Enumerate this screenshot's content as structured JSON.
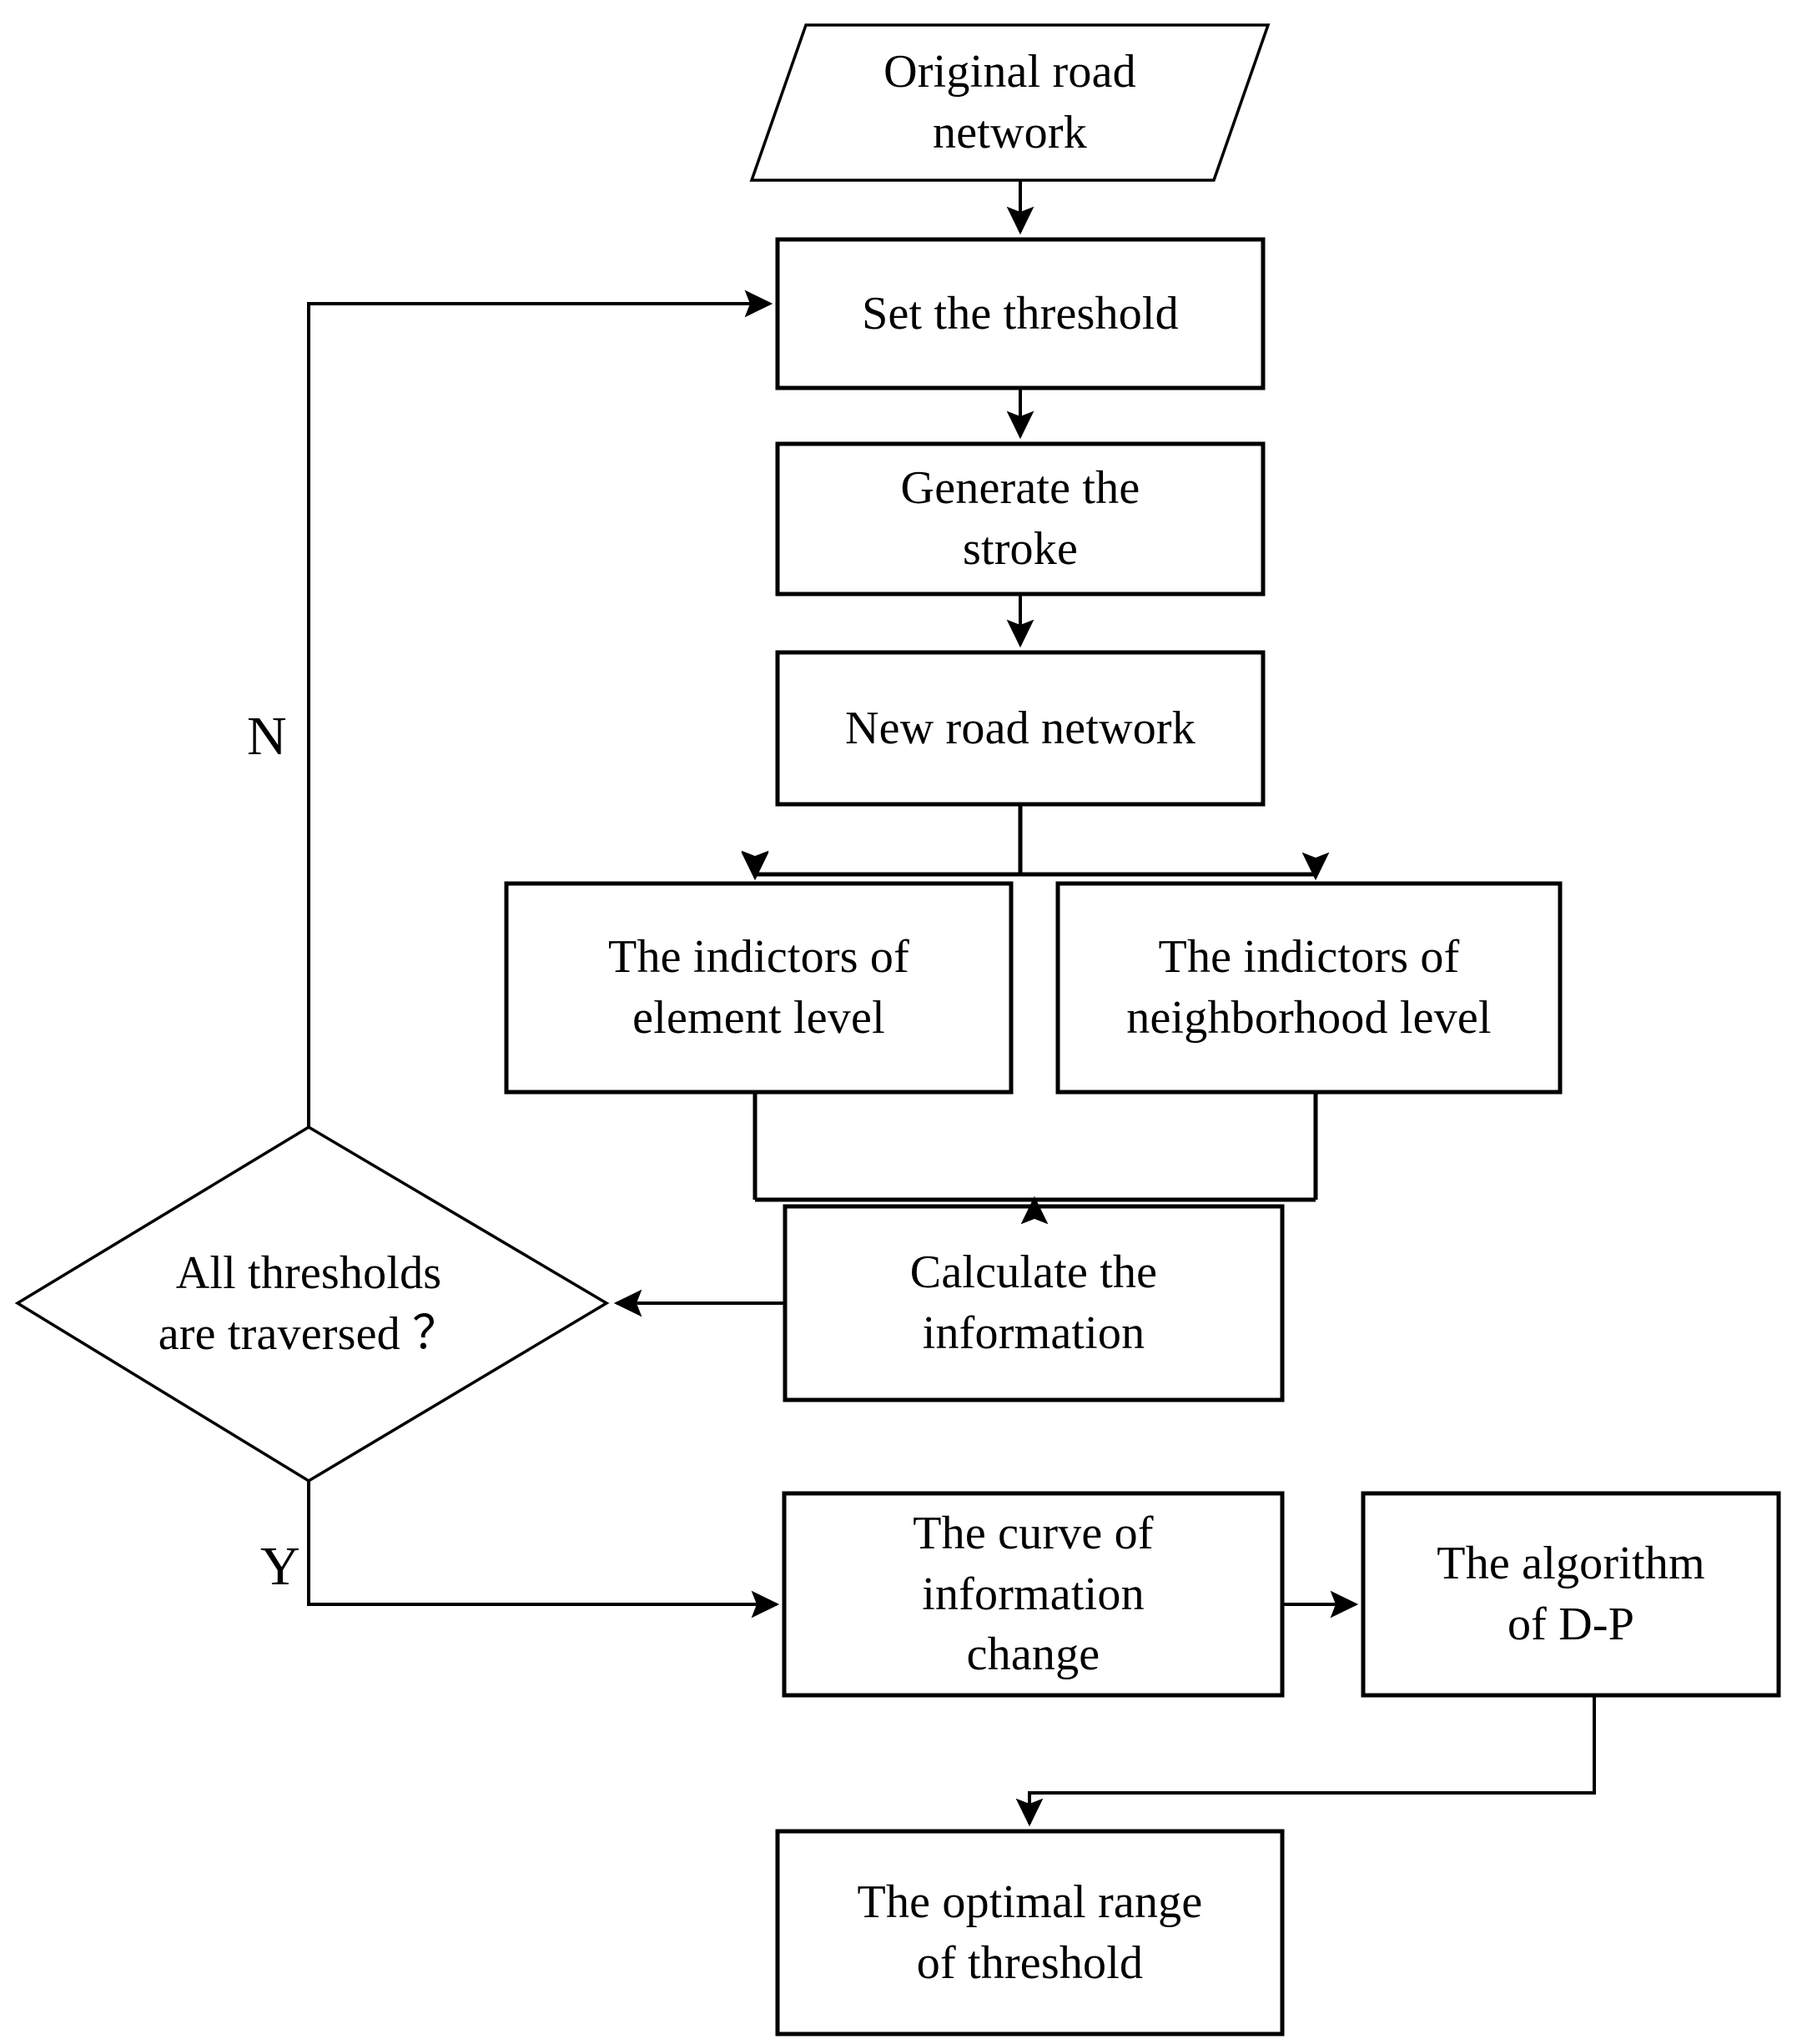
{
  "diagram": {
    "title": "Threshold optimization flowchart for road network stroke generation",
    "type": "flowchart",
    "background_color": "#ffffff",
    "line_color": "#000000",
    "text_color": "#000000",
    "nodes": [
      {
        "id": "original_road_network",
        "shape": "parallelogram",
        "label": "Original road\nnetwork",
        "line1": "Original road",
        "line2": "network"
      },
      {
        "id": "set_threshold",
        "shape": "rectangle",
        "label": "Set the threshold",
        "line1": "Set the threshold",
        "line2": ""
      },
      {
        "id": "generate_stroke",
        "shape": "rectangle",
        "label": "Generate the\nstroke",
        "line1": "Generate the",
        "line2": "stroke"
      },
      {
        "id": "new_road_network",
        "shape": "rectangle",
        "label": "New road network",
        "line1": "New road network",
        "line2": ""
      },
      {
        "id": "indictors_element_level",
        "shape": "rectangle",
        "label": "The indictors of\nelement level",
        "line1": "The indictors of",
        "line2": "element level"
      },
      {
        "id": "indictors_neighborhood_level",
        "shape": "rectangle",
        "label": "The indictors of\nneighborhood level",
        "line1": "The indictors of",
        "line2": "neighborhood level"
      },
      {
        "id": "calculate_information",
        "shape": "rectangle",
        "label": "Calculate the\ninformation",
        "line1": "Calculate the",
        "line2": "information"
      },
      {
        "id": "all_thresholds_traversed",
        "shape": "diamond",
        "label": "All thresholds\nare traversed ？",
        "line1": "All thresholds",
        "line2": "are traversed ？"
      },
      {
        "id": "curve_information_change",
        "shape": "rectangle",
        "label": "The curve of\ninformation\nchange",
        "line1": "The curve of",
        "line2": "information",
        "line3": "change"
      },
      {
        "id": "algorithm_dp",
        "shape": "rectangle",
        "label": "The algorithm\nof D-P",
        "line1": "The algorithm",
        "line2": "of D-P"
      },
      {
        "id": "optimal_range_threshold",
        "shape": "rectangle",
        "label": "The optimal range\nof threshold",
        "line1": "The optimal range",
        "line2": "of threshold"
      }
    ],
    "branch_labels": {
      "no": "N",
      "yes": "Y"
    },
    "edges": [
      {
        "from": "original_road_network",
        "to": "set_threshold",
        "label": ""
      },
      {
        "from": "set_threshold",
        "to": "generate_stroke",
        "label": ""
      },
      {
        "from": "generate_stroke",
        "to": "new_road_network",
        "label": ""
      },
      {
        "from": "new_road_network",
        "to": "indictors_element_level",
        "label": ""
      },
      {
        "from": "new_road_network",
        "to": "indictors_neighborhood_level",
        "label": ""
      },
      {
        "from": "indictors_element_level",
        "to": "calculate_information",
        "label": ""
      },
      {
        "from": "indictors_neighborhood_level",
        "to": "calculate_information",
        "label": ""
      },
      {
        "from": "calculate_information",
        "to": "all_thresholds_traversed",
        "label": ""
      },
      {
        "from": "all_thresholds_traversed",
        "to": "set_threshold",
        "label": "N"
      },
      {
        "from": "all_thresholds_traversed",
        "to": "curve_information_change",
        "label": "Y"
      },
      {
        "from": "curve_information_change",
        "to": "algorithm_dp",
        "label": ""
      },
      {
        "from": "algorithm_dp",
        "to": "optimal_range_threshold",
        "label": ""
      }
    ]
  }
}
